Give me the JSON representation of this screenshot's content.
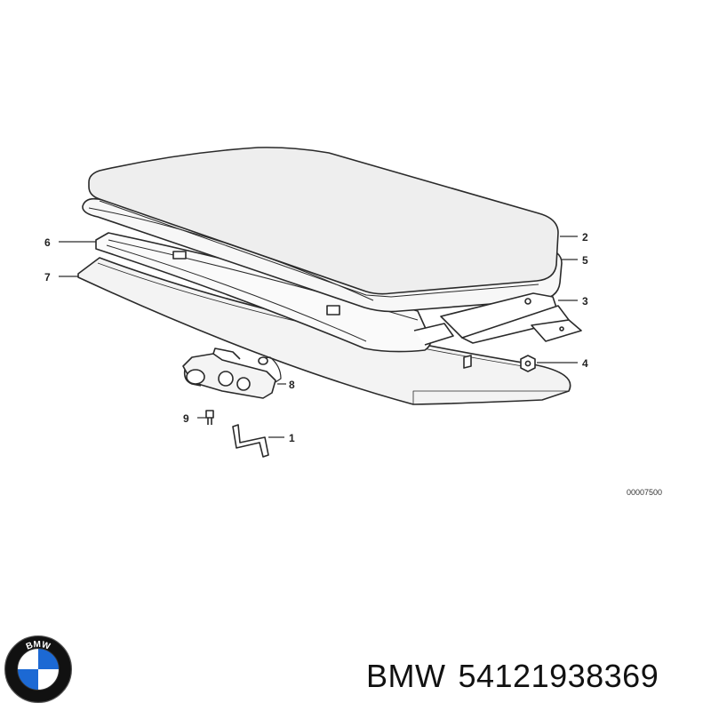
{
  "diagram": {
    "callouts": [
      {
        "id": "2",
        "label": "2"
      },
      {
        "id": "5",
        "label": "5"
      },
      {
        "id": "6",
        "label": "6"
      },
      {
        "id": "7",
        "label": "7"
      },
      {
        "id": "3",
        "label": "3"
      },
      {
        "id": "4",
        "label": "4"
      },
      {
        "id": "8",
        "label": "8"
      },
      {
        "id": "9",
        "label": "9"
      },
      {
        "id": "1",
        "label": "1"
      }
    ],
    "reference_code": "00007500"
  },
  "brand": {
    "logo_icon": "bmw-roundel-icon",
    "logo_letters": "BMW",
    "name": "BMW",
    "part_number": "54121938369",
    "colors": {
      "blue": "#1c69d4",
      "ring": "#111111",
      "white": "#ffffff"
    }
  }
}
